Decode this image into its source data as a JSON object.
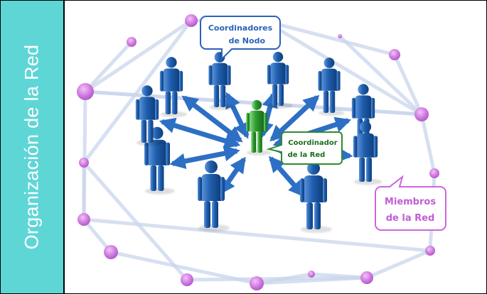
{
  "side_title": "Organización de la Red",
  "callouts": {
    "node_coordinators": [
      "Coordinadores",
      "de Nodo"
    ],
    "network_coordinator": [
      "Coordinador",
      "de la Red"
    ],
    "network_members": [
      "Miembros",
      "de la Red"
    ]
  },
  "colors": {
    "side_band": "#5ed6d6",
    "node_dot": "#cc66dd",
    "member_figure": "#1f5fae",
    "coordinator_figure": "#2e9b2e",
    "arrow": "#2d6fc4",
    "callout_blue_border": "#2b62b9",
    "callout_green_border": "#2e8b2e",
    "callout_purple_border": "#cc66dd"
  },
  "icons": [
    "person-figure-icon",
    "bidirectional-arrow-icon",
    "network-node-icon"
  ]
}
